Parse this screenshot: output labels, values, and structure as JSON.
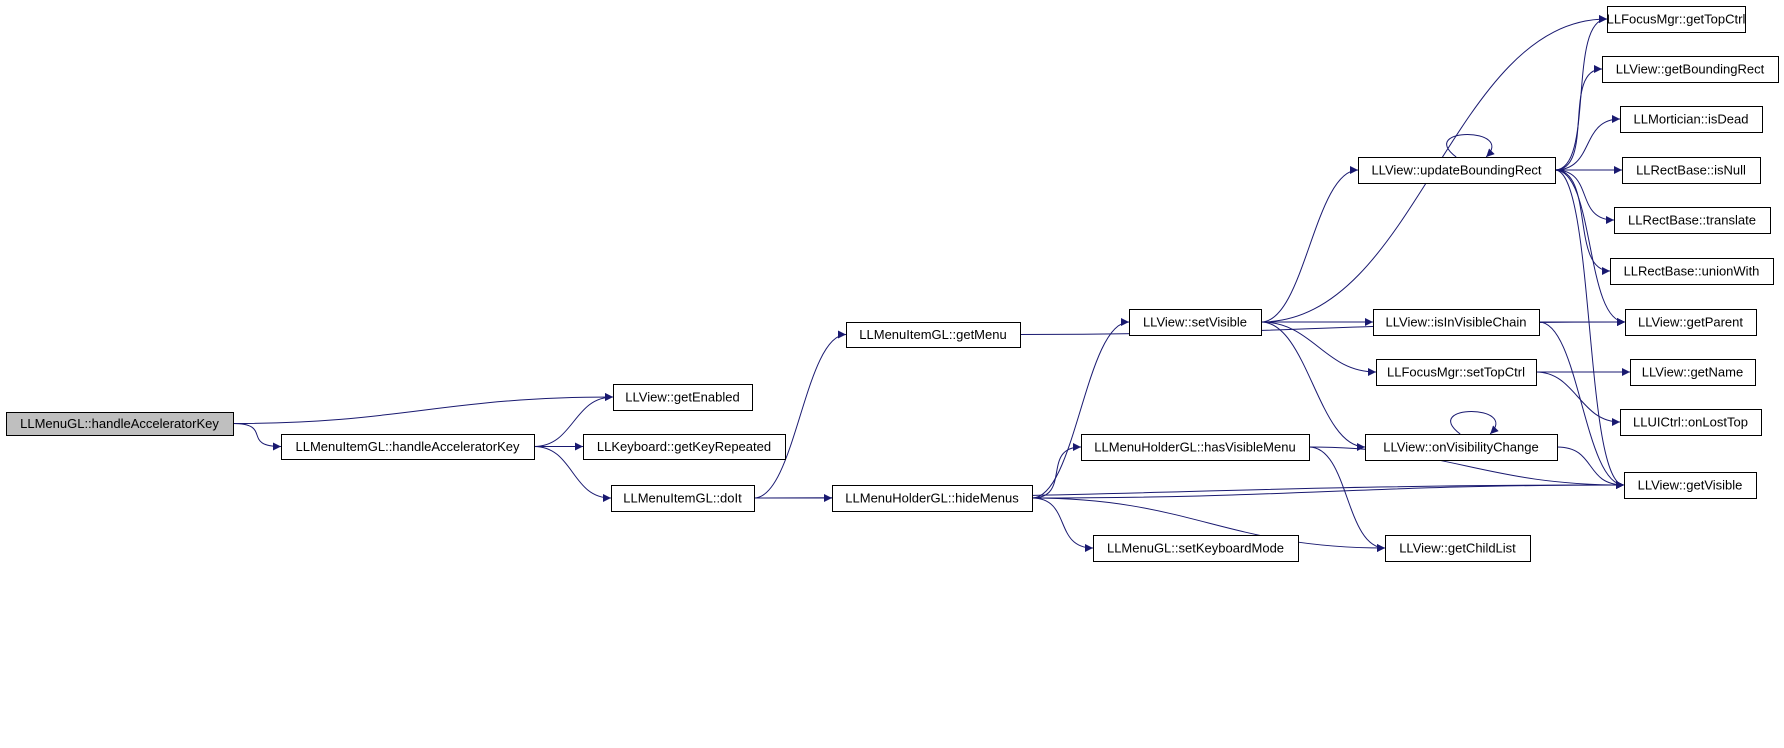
{
  "graph": {
    "edge_color": "#191970",
    "root_fill": "#bfbfbf",
    "nodes": [
      {
        "id": "n0",
        "label": "LLMenuGL::handleAcceleratorKey",
        "root": true
      },
      {
        "id": "n1",
        "label": "LLView::getEnabled"
      },
      {
        "id": "n2",
        "label": "LLMenuItemGL::handleAcceleratorKey"
      },
      {
        "id": "n3",
        "label": "LLKeyboard::getKeyRepeated"
      },
      {
        "id": "n4",
        "label": "LLMenuItemGL::doIt"
      },
      {
        "id": "n5",
        "label": "LLMenuItemGL::getMenu"
      },
      {
        "id": "n6",
        "label": "LLMenuHolderGL::hideMenus"
      },
      {
        "id": "n7",
        "label": "LLView::setVisible"
      },
      {
        "id": "n8",
        "label": "LLMenuHolderGL::hasVisibleMenu"
      },
      {
        "id": "n9",
        "label": "LLMenuGL::setKeyboardMode"
      },
      {
        "id": "n10",
        "label": "LLView::updateBoundingRect"
      },
      {
        "id": "n11",
        "label": "LLView::isInVisibleChain"
      },
      {
        "id": "n12",
        "label": "LLFocusMgr::setTopCtrl"
      },
      {
        "id": "n13",
        "label": "LLView::onVisibilityChange"
      },
      {
        "id": "n14",
        "label": "LLView::getChildList"
      },
      {
        "id": "n15",
        "label": "LLFocusMgr::getTopCtrl"
      },
      {
        "id": "n16",
        "label": "LLView::getBoundingRect"
      },
      {
        "id": "n17",
        "label": "LLMortician::isDead"
      },
      {
        "id": "n18",
        "label": "LLRectBase::isNull"
      },
      {
        "id": "n19",
        "label": "LLRectBase::translate"
      },
      {
        "id": "n20",
        "label": "LLRectBase::unionWith"
      },
      {
        "id": "n21",
        "label": "LLView::getParent"
      },
      {
        "id": "n22",
        "label": "LLView::getName"
      },
      {
        "id": "n23",
        "label": "LLUICtrl::onLostTop"
      },
      {
        "id": "n24",
        "label": "LLView::getVisible"
      }
    ],
    "edges": [
      [
        "n0",
        "n1"
      ],
      [
        "n0",
        "n2"
      ],
      [
        "n2",
        "n1"
      ],
      [
        "n2",
        "n3"
      ],
      [
        "n2",
        "n4"
      ],
      [
        "n4",
        "n5"
      ],
      [
        "n4",
        "n6"
      ],
      [
        "n4",
        "n24"
      ],
      [
        "n5",
        "n21"
      ],
      [
        "n6",
        "n7"
      ],
      [
        "n6",
        "n8"
      ],
      [
        "n6",
        "n9"
      ],
      [
        "n6",
        "n14"
      ],
      [
        "n6",
        "n24"
      ],
      [
        "n7",
        "n15"
      ],
      [
        "n7",
        "n10"
      ],
      [
        "n7",
        "n21"
      ],
      [
        "n7",
        "n11"
      ],
      [
        "n7",
        "n12"
      ],
      [
        "n7",
        "n13"
      ],
      [
        "n8",
        "n14"
      ],
      [
        "n8",
        "n24"
      ],
      [
        "n10",
        "n10"
      ],
      [
        "n10",
        "n15"
      ],
      [
        "n10",
        "n16"
      ],
      [
        "n10",
        "n17"
      ],
      [
        "n10",
        "n18"
      ],
      [
        "n10",
        "n19"
      ],
      [
        "n10",
        "n20"
      ],
      [
        "n10",
        "n21"
      ],
      [
        "n10",
        "n24"
      ],
      [
        "n11",
        "n21"
      ],
      [
        "n11",
        "n24"
      ],
      [
        "n12",
        "n22"
      ],
      [
        "n12",
        "n23"
      ],
      [
        "n13",
        "n13"
      ],
      [
        "n13",
        "n24"
      ]
    ]
  }
}
